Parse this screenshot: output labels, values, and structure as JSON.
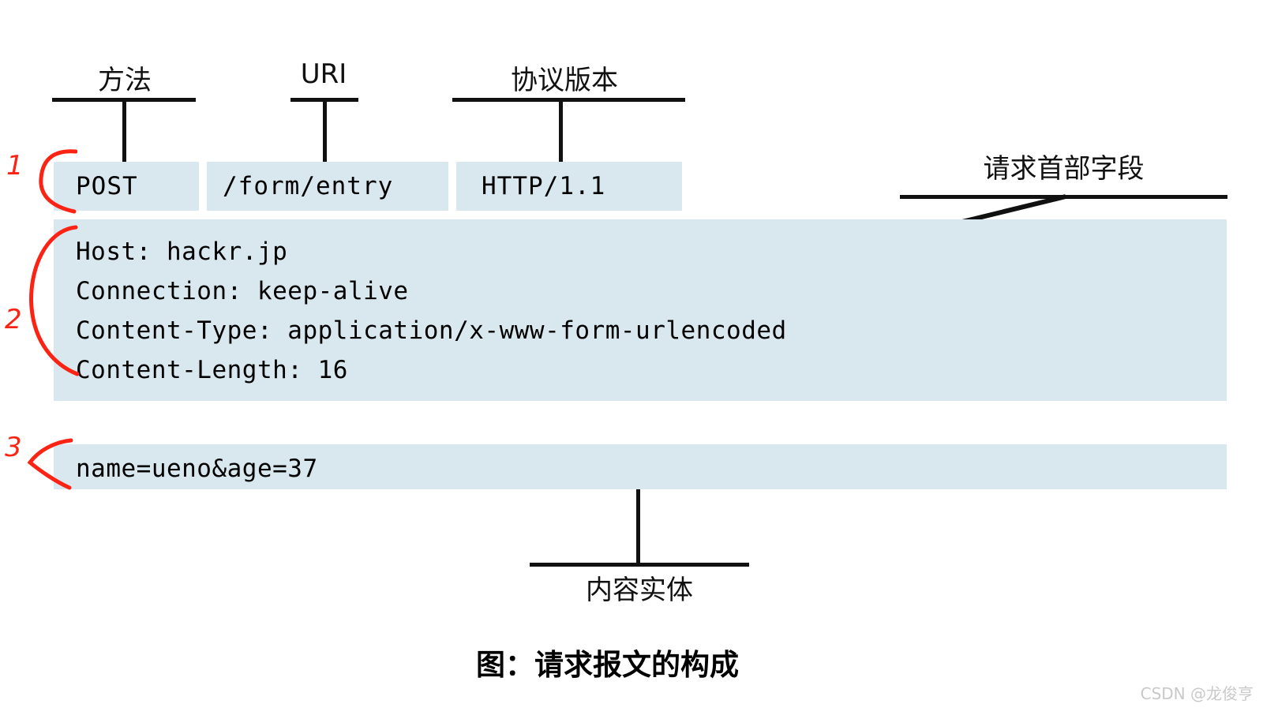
{
  "figure": {
    "caption": "图：请求报文的构成",
    "watermark": "CSDN @龙俊亨",
    "accent_box_color": "#d9e7ef",
    "annotation_color": "#fb2314",
    "rule_color": "#111111"
  },
  "request_line": {
    "segments": [
      {
        "label": "方法",
        "value": "POST"
      },
      {
        "label": "URI",
        "value": "/form/entry"
      },
      {
        "label": "协议版本",
        "value": "HTTP/1.1"
      }
    ]
  },
  "headers": {
    "callout_label": "请求首部字段",
    "lines": [
      "Host: hackr.jp",
      "Connection: keep-alive",
      "Content-Type: application/x-www-form-urlencoded",
      "Content-Length: 16"
    ]
  },
  "body": {
    "callout_label": "内容实体",
    "lines": [
      "name=ueno&age=37"
    ]
  },
  "annotations": [
    {
      "number": "1",
      "target": "request-line"
    },
    {
      "number": "2",
      "target": "headers"
    },
    {
      "number": "3",
      "target": "body"
    }
  ]
}
